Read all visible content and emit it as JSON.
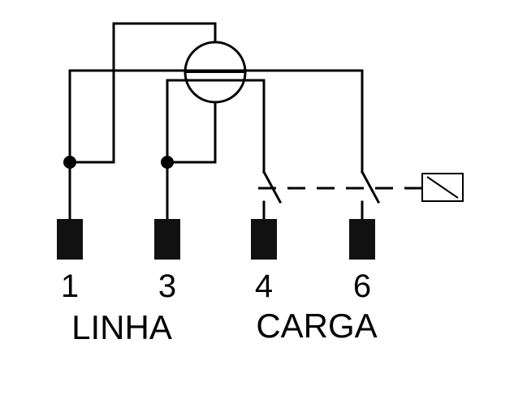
{
  "diagram": {
    "terminals": [
      {
        "id": "t1",
        "label": "1"
      },
      {
        "id": "t3",
        "label": "3"
      },
      {
        "id": "t4",
        "label": "4"
      },
      {
        "id": "t6",
        "label": "6"
      }
    ],
    "groups": {
      "line": "LINHA",
      "load": "CARGA"
    }
  }
}
